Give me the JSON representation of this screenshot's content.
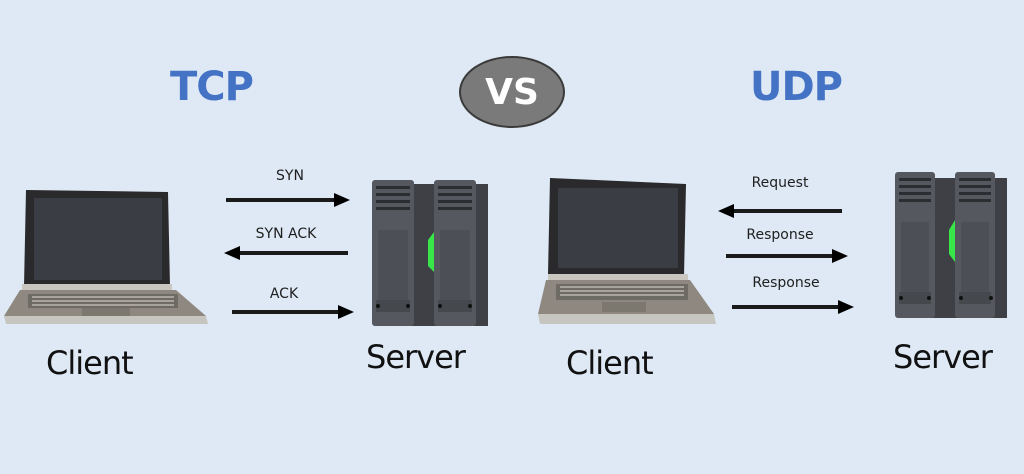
{
  "tcp": {
    "title": "TCP",
    "client_label": "Client",
    "server_label": "Server",
    "messages": [
      {
        "label": "SYN",
        "direction": "to-server"
      },
      {
        "label": "SYN ACK",
        "direction": "to-client"
      },
      {
        "label": "ACK",
        "direction": "to-server"
      }
    ]
  },
  "vs_label": "VS",
  "udp": {
    "title": "UDP",
    "client_label": "Client",
    "server_label": "Server",
    "messages": [
      {
        "label": "Request",
        "direction": "to-client"
      },
      {
        "label": "Response",
        "direction": "to-server"
      },
      {
        "label": "Response",
        "direction": "to-server"
      }
    ]
  },
  "colors": {
    "background": "#dee9f5",
    "title": "#4472c4",
    "vs_fill": "#7a7a7a",
    "server_led": "#39e64a"
  }
}
